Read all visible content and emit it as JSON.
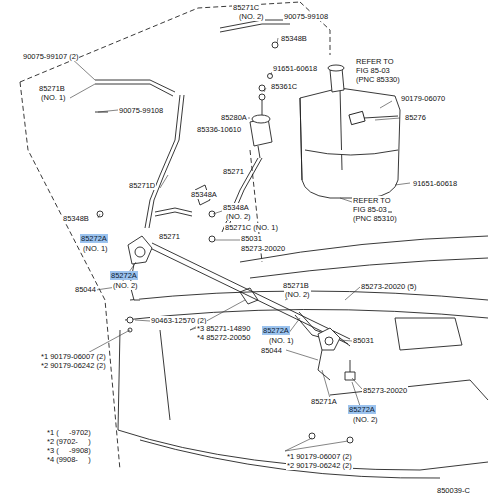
{
  "diagram": {
    "labels": [
      "85271C",
      "(NO. 2)",
      "90075-99108",
      "85348B",
      "90075-99107 (2)",
      "91651-60618",
      "85271B",
      "(NO. 1)",
      "85361C",
      "REFER TO",
      "FIG 85-03",
      "(PNC 85330)",
      "90179-06070",
      "90075-99108",
      "85280A",
      "85336-10610",
      "85276",
      "85271",
      "85271D",
      "91651-60618",
      "85348A",
      "REFER TO",
      "FIG 85-03",
      "(PNC 85310)",
      "85348B",
      "85348A",
      "(NO. 2)",
      "85272A",
      "(NO. 1)",
      "85271",
      "85271C (NO. 1)",
      "85031",
      "85273-20020",
      "85044",
      "85272A",
      "(NO. 2)",
      "85271B",
      "(NO. 2)",
      "85273-20020 (5)",
      "90463-12570 (2)",
      "*3 85271-14890",
      "*4 85272-20050",
      "*1 90179-06007 (2)",
      "*2 90179-06242 (2)",
      "85272A",
      "(NO. 1)",
      "85031",
      "85044",
      "85273-20020",
      "85271A",
      "85272A",
      "(NO. 2)",
      "*1 (     -9702)",
      "*2 (9702-     )",
      "*3 (     -9908)",
      "*4 (9908-     )",
      "*1 90179-06007 (2)",
      "*2 90179-06242 (2)",
      "850039-C"
    ]
  }
}
